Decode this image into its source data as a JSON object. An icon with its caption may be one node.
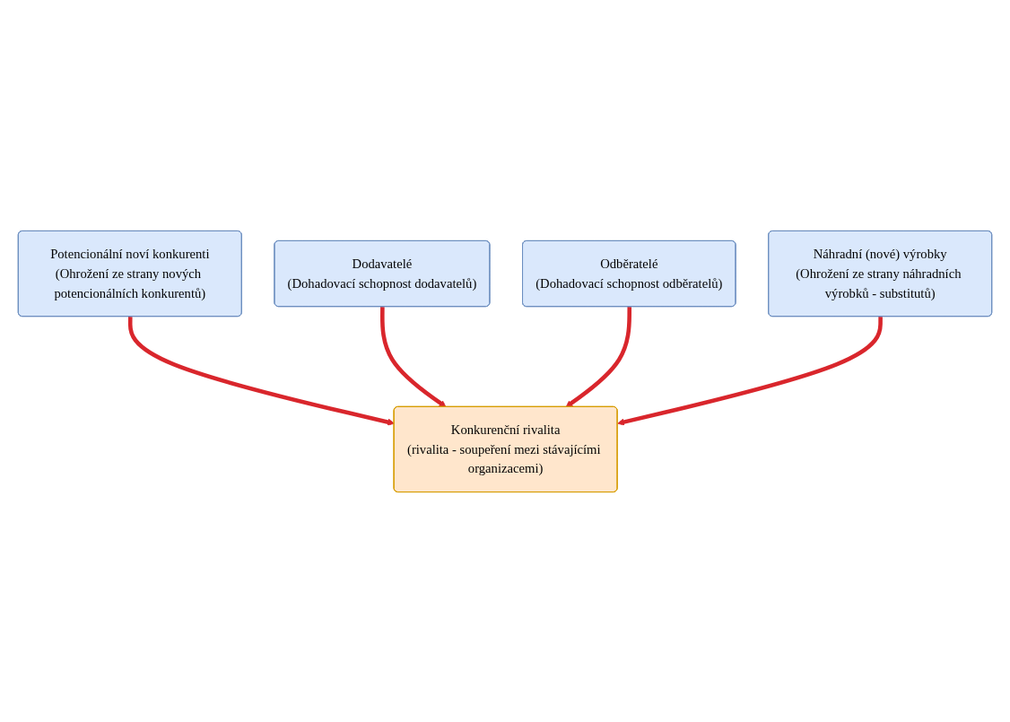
{
  "diagram": {
    "nodes": [
      {
        "text": [
          "Potencionální noví konkurenti",
          "(Ohrožení ze strany nových potencionálních konkurentů)"
        ]
      },
      {
        "text": [
          "Dodavatelé",
          "(Dohadovací schopnost dodavatelů)"
        ]
      },
      {
        "text": [
          "Konkurenční rivalita",
          "(rivalita - soupeření mezi stávajícími organizacemi)"
        ]
      },
      {
        "text": [
          "Odběratelé",
          "(Dohadovací schopnost odběratelů)"
        ]
      },
      {
        "text": [
          "Náhradní (nové) výrobky",
          "(Ohrožení ze strany náhradních výrobků - substitutů)"
        ]
      }
    ],
    "edges": [
      {
        "from": 0,
        "to": 2,
        "arrow": "to"
      },
      {
        "from": 1,
        "to": 2,
        "arrow": "to"
      },
      {
        "from": 3,
        "to": 2,
        "arrow": "to"
      },
      {
        "from": 4,
        "to": 2,
        "arrow": "to"
      }
    ]
  }
}
